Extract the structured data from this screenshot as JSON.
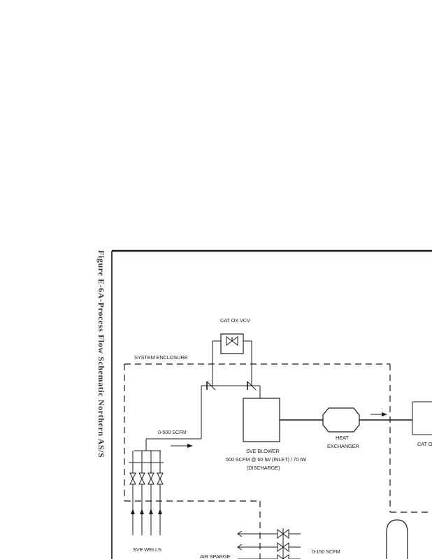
{
  "figure_caption": "Figure E-6A-Process Flow Schematic Northern AS/S",
  "labels": {
    "cat_ox_vcv": "CAT OX VCV",
    "system_enclosure": "SYSTEM ENCLOSURE",
    "flow_0_500": "0-500 SCFM",
    "sve_blower_1": "SVE BLOWER",
    "sve_blower_2": "500 SCFM @ 60 IW (INLET) / 70 IW",
    "sve_blower_3": "(DISCHARGE)",
    "heat_exchanger_1": "HEAT",
    "heat_exchanger_2": "EXCHANGER",
    "cat_ox_cut": "CAT OX",
    "sve_wells": "SVE WELLS",
    "air_sparge": "AIR SPARGE",
    "flow_0_150": "0-150 SCFM"
  },
  "colors": {
    "line": "#1a1a1a",
    "text": "#222222",
    "caption": "#333333"
  }
}
